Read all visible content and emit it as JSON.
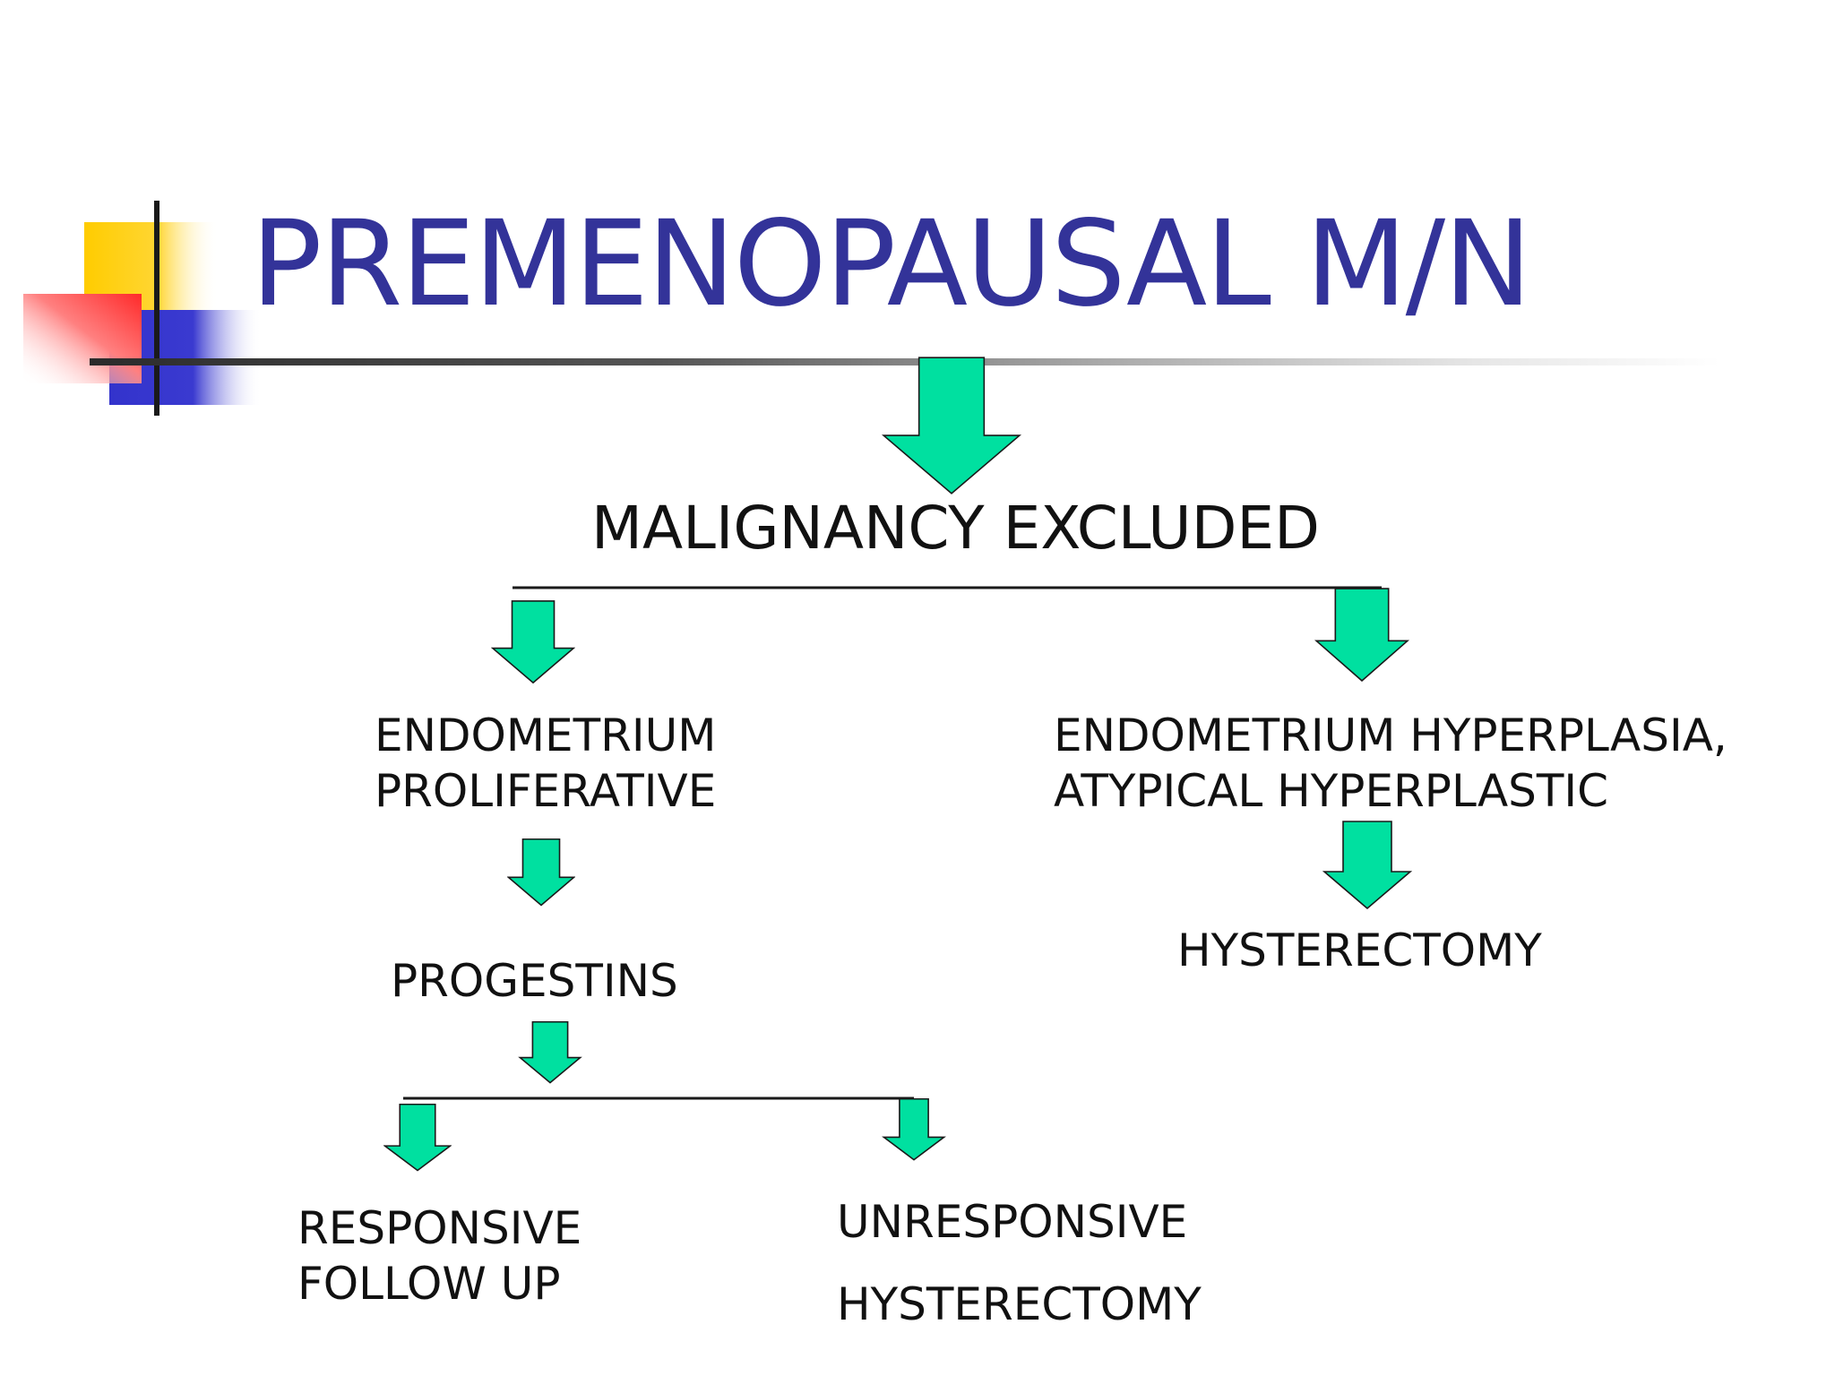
{
  "slide": {
    "title": "PREMENOPAUSAL M/N",
    "colors": {
      "title": "#333399",
      "arrow_fill": "#00e0a0",
      "arrow_stroke": "#1a1a1a",
      "deco_yellow": "#ffcc00",
      "deco_red": "#ff3333",
      "deco_blue": "#3333cc"
    }
  },
  "nodes": {
    "malignancy_excluded": "MALIGNANCY EXCLUDED",
    "endometrium_proliferative": {
      "line1": "ENDOMETRIUM",
      "line2": "PROLIFERATIVE"
    },
    "endometrium_hyperplasia": {
      "line1": "ENDOMETRIUM HYPERPLASIA,",
      "line2": "ATYPICAL HYPERPLASTIC"
    },
    "hysterectomy_right": "HYSTERECTOMY",
    "progestins": "PROGESTINS",
    "responsive": {
      "line1": "RESPONSIVE",
      "line2": "FOLLOW UP"
    },
    "unresponsive": {
      "line1": "UNRESPONSIVE",
      "line2": "HYSTERECTOMY"
    }
  }
}
